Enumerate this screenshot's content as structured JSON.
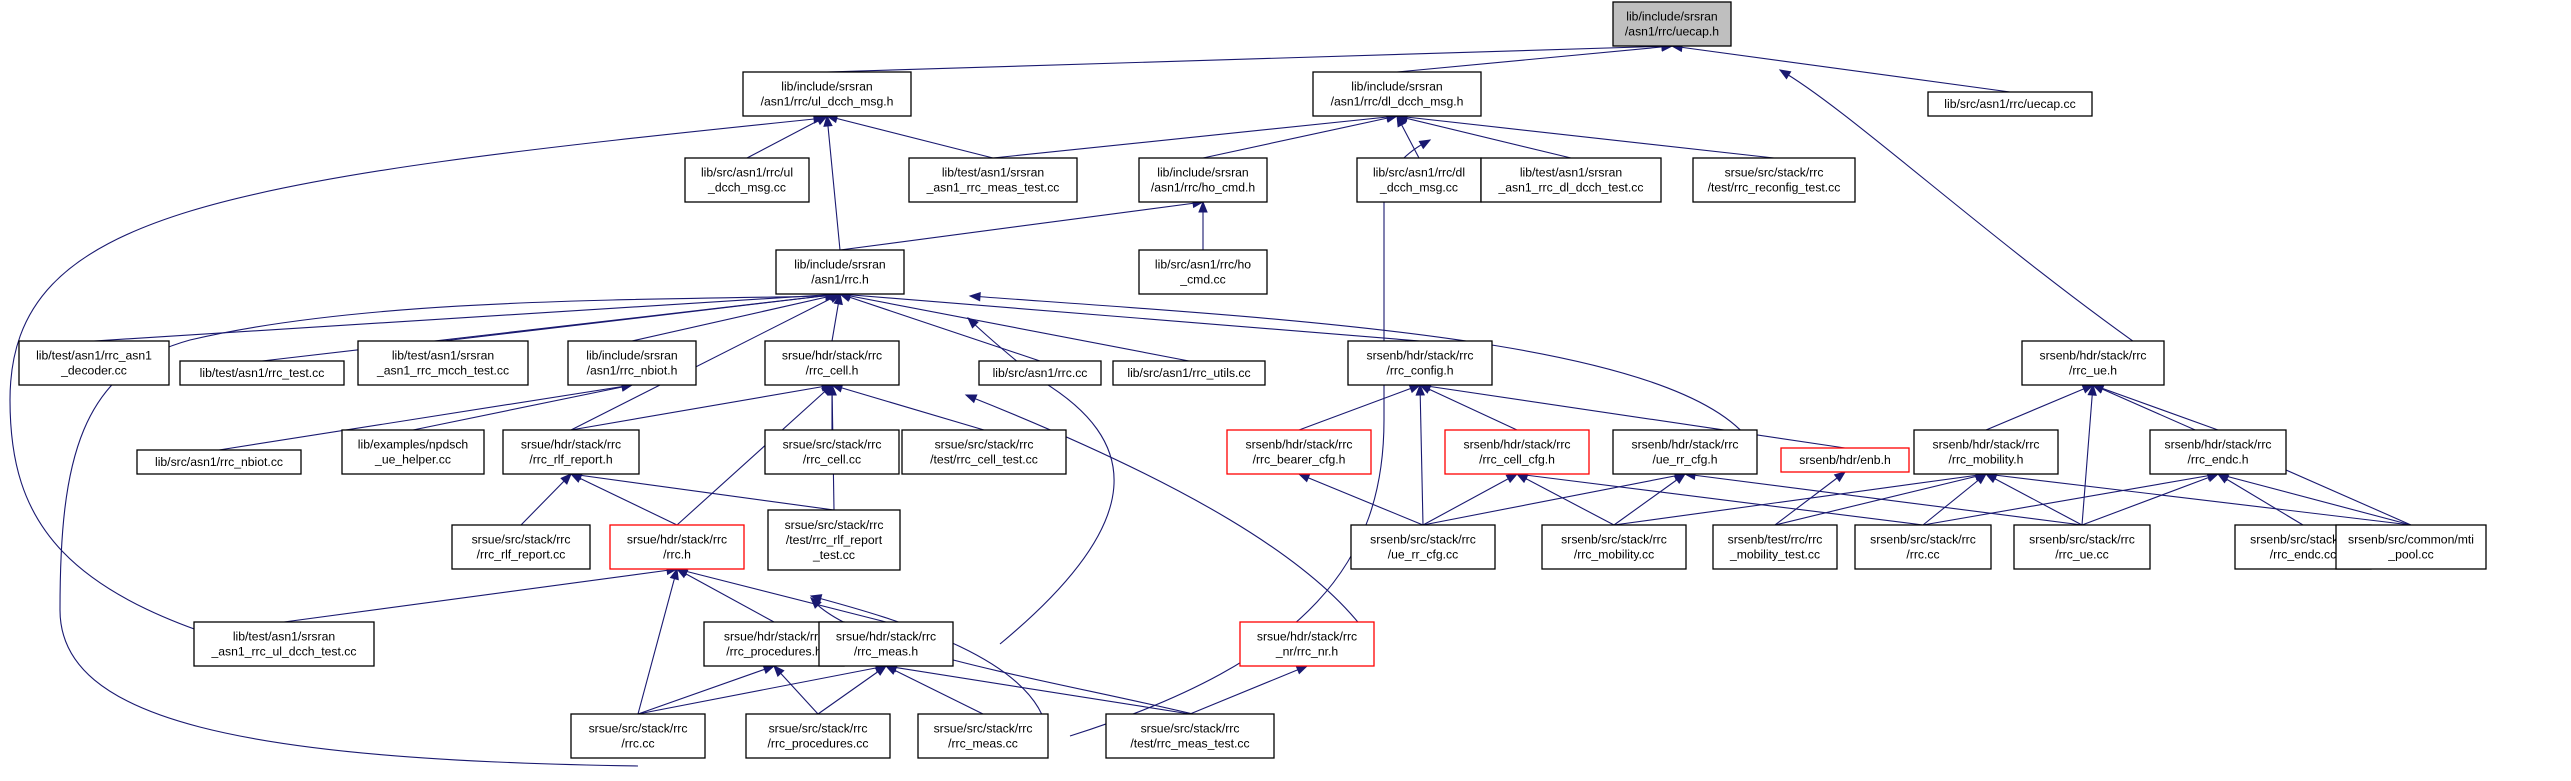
{
  "colors": {
    "edge": "#191970",
    "node_border": "#000000",
    "node_border_incomplete": "#ff0000",
    "node_fill": "#ffffff",
    "focus_fill": "#bfbfbf"
  },
  "nodes": [
    {
      "id": "uecap_h",
      "lines": [
        "lib/include/srsran",
        "/asn1/rrc/uecap.h"
      ],
      "style": "focus"
    },
    {
      "id": "ul_dcch_msg_h",
      "lines": [
        "lib/include/srsran",
        "/asn1/rrc/ul_dcch_msg.h"
      ],
      "style": "normal"
    },
    {
      "id": "dl_dcch_msg_h",
      "lines": [
        "lib/include/srsran",
        "/asn1/rrc/dl_dcch_msg.h"
      ],
      "style": "normal"
    },
    {
      "id": "uecap_cc",
      "lines": [
        "lib/src/asn1/rrc/uecap.cc"
      ],
      "style": "normal"
    },
    {
      "id": "ul_dcch_msg_cc",
      "lines": [
        "lib/src/asn1/rrc/ul",
        "_dcch_msg.cc"
      ],
      "style": "normal"
    },
    {
      "id": "rrc_meas_test_cc_lib",
      "lines": [
        "lib/test/asn1/srsran",
        "_asn1_rrc_meas_test.cc"
      ],
      "style": "normal"
    },
    {
      "id": "ho_cmd_h",
      "lines": [
        "lib/include/srsran",
        "/asn1/rrc/ho_cmd.h"
      ],
      "style": "normal"
    },
    {
      "id": "dl_dcch_msg_cc",
      "lines": [
        "lib/src/asn1/rrc/dl",
        "_dcch_msg.cc"
      ],
      "style": "normal"
    },
    {
      "id": "rrc_dl_dcch_test_cc",
      "lines": [
        "lib/test/asn1/srsran",
        "_asn1_rrc_dl_dcch_test.cc"
      ],
      "style": "normal"
    },
    {
      "id": "rrc_reconfig_test_cc",
      "lines": [
        "srsue/src/stack/rrc",
        "/test/rrc_reconfig_test.cc"
      ],
      "style": "normal"
    },
    {
      "id": "rrc_h",
      "lines": [
        "lib/include/srsran",
        "/asn1/rrc.h"
      ],
      "style": "normal"
    },
    {
      "id": "ho_cmd_cc",
      "lines": [
        "lib/src/asn1/rrc/ho",
        "_cmd.cc"
      ],
      "style": "normal"
    },
    {
      "id": "rrc_asn1_decoder_cc",
      "lines": [
        "lib/test/asn1/rrc_asn1",
        "_decoder.cc"
      ],
      "style": "normal"
    },
    {
      "id": "rrc_test_cc",
      "lines": [
        "lib/test/asn1/rrc_test.cc"
      ],
      "style": "normal"
    },
    {
      "id": "rrc_mcch_test_cc",
      "lines": [
        "lib/test/asn1/srsran",
        "_asn1_rrc_mcch_test.cc"
      ],
      "style": "normal"
    },
    {
      "id": "rrc_nbiot_h",
      "lines": [
        "lib/include/srsran",
        "/asn1/rrc_nbiot.h"
      ],
      "style": "normal"
    },
    {
      "id": "ue_rrc_cell_h",
      "lines": [
        "srsue/hdr/stack/rrc",
        "/rrc_cell.h"
      ],
      "style": "normal"
    },
    {
      "id": "rrc_cc_lib",
      "lines": [
        "lib/src/asn1/rrc.cc"
      ],
      "style": "normal"
    },
    {
      "id": "rrc_utils_cc",
      "lines": [
        "lib/src/asn1/rrc_utils.cc"
      ],
      "style": "normal"
    },
    {
      "id": "enb_rrc_config_h",
      "lines": [
        "srsenb/hdr/stack/rrc",
        "/rrc_config.h"
      ],
      "style": "normal"
    },
    {
      "id": "enb_rrc_ue_h",
      "lines": [
        "srsenb/hdr/stack/rrc",
        "/rrc_ue.h"
      ],
      "style": "normal"
    },
    {
      "id": "rrc_nbiot_cc",
      "lines": [
        "lib/src/asn1/rrc_nbiot.cc"
      ],
      "style": "normal"
    },
    {
      "id": "npdsch_ue_helper_cc",
      "lines": [
        "lib/examples/npdsch",
        "_ue_helper.cc"
      ],
      "style": "normal"
    },
    {
      "id": "ue_rrc_rlf_report_h",
      "lines": [
        "srsue/hdr/stack/rrc",
        "/rrc_rlf_report.h"
      ],
      "style": "normal"
    },
    {
      "id": "ue_rrc_cell_cc",
      "lines": [
        "srsue/src/stack/rrc",
        "/rrc_cell.cc"
      ],
      "style": "normal"
    },
    {
      "id": "ue_rrc_cell_test_cc",
      "lines": [
        "srsue/src/stack/rrc",
        "/test/rrc_cell_test.cc"
      ],
      "style": "normal"
    },
    {
      "id": "enb_rrc_bearer_cfg_h",
      "lines": [
        "srsenb/hdr/stack/rrc",
        "/rrc_bearer_cfg.h"
      ],
      "style": "incomplete"
    },
    {
      "id": "enb_rrc_cell_cfg_h",
      "lines": [
        "srsenb/hdr/stack/rrc",
        "/rrc_cell_cfg.h"
      ],
      "style": "incomplete"
    },
    {
      "id": "enb_ue_rr_cfg_h",
      "lines": [
        "srsenb/hdr/stack/rrc",
        "/ue_rr_cfg.h"
      ],
      "style": "normal"
    },
    {
      "id": "enb_h",
      "lines": [
        "srsenb/hdr/enb.h"
      ],
      "style": "incomplete"
    },
    {
      "id": "enb_rrc_mobility_h",
      "lines": [
        "srsenb/hdr/stack/rrc",
        "/rrc_mobility.h"
      ],
      "style": "normal"
    },
    {
      "id": "enb_rrc_endc_h",
      "lines": [
        "srsenb/hdr/stack/rrc",
        "/rrc_endc.h"
      ],
      "style": "normal"
    },
    {
      "id": "ue_rrc_rlf_report_cc",
      "lines": [
        "srsue/src/stack/rrc",
        "/rrc_rlf_report.cc"
      ],
      "style": "normal"
    },
    {
      "id": "ue_rrc_h",
      "lines": [
        "srsue/hdr/stack/rrc",
        "/rrc.h"
      ],
      "style": "incomplete"
    },
    {
      "id": "ue_rrc_rlf_report_test_cc",
      "lines": [
        "srsue/src/stack/rrc",
        "/test/rrc_rlf_report",
        "_test.cc"
      ],
      "style": "normal"
    },
    {
      "id": "enb_ue_rr_cfg_cc",
      "lines": [
        "srsenb/src/stack/rrc",
        "/ue_rr_cfg.cc"
      ],
      "style": "normal"
    },
    {
      "id": "enb_rrc_mobility_cc",
      "lines": [
        "srsenb/src/stack/rrc",
        "/rrc_mobility.cc"
      ],
      "style": "normal"
    },
    {
      "id": "enb_rrc_mobility_test_cc",
      "lines": [
        "srsenb/test/rrc/rrc",
        "_mobility_test.cc"
      ],
      "style": "normal"
    },
    {
      "id": "enb_rrc_cc",
      "lines": [
        "srsenb/src/stack/rrc",
        "/rrc.cc"
      ],
      "style": "normal"
    },
    {
      "id": "enb_rrc_ue_cc",
      "lines": [
        "srsenb/src/stack/rrc",
        "/rrc_ue.cc"
      ],
      "style": "normal"
    },
    {
      "id": "enb_rrc_endc_cc",
      "lines": [
        "srsenb/src/stack/rrc",
        "/rrc_endc.cc"
      ],
      "style": "normal"
    },
    {
      "id": "enb_mti_pool_cc",
      "lines": [
        "srsenb/src/common/mti",
        "_pool.cc"
      ],
      "style": "normal"
    },
    {
      "id": "rrc_ul_dcch_test_cc",
      "lines": [
        "lib/test/asn1/srsran",
        "_asn1_rrc_ul_dcch_test.cc"
      ],
      "style": "normal"
    },
    {
      "id": "ue_rrc_procedures_h",
      "lines": [
        "srsue/hdr/stack/rrc",
        "/rrc_procedures.h"
      ],
      "style": "normal"
    },
    {
      "id": "ue_rrc_meas_h",
      "lines": [
        "srsue/hdr/stack/rrc",
        "/rrc_meas.h"
      ],
      "style": "normal"
    },
    {
      "id": "ue_rrc_nr_h",
      "lines": [
        "srsue/hdr/stack/rrc",
        "_nr/rrc_nr.h"
      ],
      "style": "incomplete"
    },
    {
      "id": "ue_rrc_cc",
      "lines": [
        "srsue/src/stack/rrc",
        "/rrc.cc"
      ],
      "style": "normal"
    },
    {
      "id": "ue_rrc_procedures_cc",
      "lines": [
        "srsue/src/stack/rrc",
        "/rrc_procedures.cc"
      ],
      "style": "normal"
    },
    {
      "id": "ue_rrc_meas_cc",
      "lines": [
        "srsue/src/stack/rrc",
        "/rrc_meas.cc"
      ],
      "style": "normal"
    },
    {
      "id": "ue_rrc_meas_test_cc",
      "lines": [
        "srsue/src/stack/rrc",
        "/test/rrc_meas_test.cc"
      ],
      "style": "normal"
    }
  ],
  "edges": [
    [
      "ul_dcch_msg_h",
      "uecap_h"
    ],
    [
      "dl_dcch_msg_h",
      "uecap_h"
    ],
    [
      "uecap_cc",
      "uecap_h"
    ],
    [
      "enb_rrc_ue_h",
      "uecap_h"
    ],
    [
      "ul_dcch_msg_cc",
      "ul_dcch_msg_h"
    ],
    [
      "rrc_meas_test_cc_lib",
      "ul_dcch_msg_h"
    ],
    [
      "rrc_h",
      "ul_dcch_msg_h"
    ],
    [
      "rrc_ul_dcch_test_cc",
      "ul_dcch_msg_h"
    ],
    [
      "rrc_meas_test_cc_lib",
      "dl_dcch_msg_h"
    ],
    [
      "ho_cmd_h",
      "dl_dcch_msg_h"
    ],
    [
      "dl_dcch_msg_cc",
      "dl_dcch_msg_h"
    ],
    [
      "rrc_dl_dcch_test_cc",
      "dl_dcch_msg_h"
    ],
    [
      "rrc_reconfig_test_cc",
      "dl_dcch_msg_h"
    ],
    [
      "ue_rrc_meas_cc",
      "dl_dcch_msg_h"
    ],
    [
      "rrc_h",
      "ho_cmd_h"
    ],
    [
      "ho_cmd_cc",
      "ho_cmd_h"
    ],
    [
      "rrc_asn1_decoder_cc",
      "rrc_h"
    ],
    [
      "rrc_test_cc",
      "rrc_h"
    ],
    [
      "rrc_mcch_test_cc",
      "rrc_h"
    ],
    [
      "rrc_nbiot_h",
      "rrc_h"
    ],
    [
      "ue_rrc_cell_h",
      "rrc_h"
    ],
    [
      "rrc_cc_lib",
      "rrc_h"
    ],
    [
      "rrc_utils_cc",
      "rrc_h"
    ],
    [
      "enb_rrc_config_h",
      "rrc_h"
    ],
    [
      "enb_ue_rr_cfg_h",
      "rrc_h"
    ],
    [
      "ue_rrc_rlf_report_h",
      "rrc_h"
    ],
    [
      "ue_rrc_meas_h",
      "rrc_h"
    ],
    [
      "ue_rrc_cc",
      "rrc_h"
    ],
    [
      "rrc_nbiot_cc",
      "rrc_nbiot_h"
    ],
    [
      "npdsch_ue_helper_cc",
      "rrc_nbiot_h"
    ],
    [
      "ue_rrc_rlf_report_h",
      "ue_rrc_cell_h"
    ],
    [
      "ue_rrc_cell_cc",
      "ue_rrc_cell_h"
    ],
    [
      "ue_rrc_cell_test_cc",
      "ue_rrc_cell_h"
    ],
    [
      "ue_rrc_h",
      "ue_rrc_cell_h"
    ],
    [
      "ue_rrc_rlf_report_test_cc",
      "ue_rrc_cell_h"
    ],
    [
      "ue_rrc_nr_h",
      "ue_rrc_cell_h"
    ],
    [
      "ue_rrc_rlf_report_cc",
      "ue_rrc_rlf_report_h"
    ],
    [
      "ue_rrc_h",
      "ue_rrc_rlf_report_h"
    ],
    [
      "ue_rrc_rlf_report_test_cc",
      "ue_rrc_rlf_report_h"
    ],
    [
      "enb_rrc_bearer_cfg_h",
      "enb_rrc_config_h"
    ],
    [
      "enb_rrc_cell_cfg_h",
      "enb_rrc_config_h"
    ],
    [
      "enb_h",
      "enb_rrc_config_h"
    ],
    [
      "enb_ue_rr_cfg_cc",
      "enb_rrc_config_h"
    ],
    [
      "enb_ue_rr_cfg_cc",
      "enb_rrc_bearer_cfg_h"
    ],
    [
      "enb_ue_rr_cfg_cc",
      "enb_rrc_cell_cfg_h"
    ],
    [
      "enb_rrc_mobility_cc",
      "enb_rrc_cell_cfg_h"
    ],
    [
      "enb_rrc_cc",
      "enb_rrc_cell_cfg_h"
    ],
    [
      "enb_ue_rr_cfg_cc",
      "enb_ue_rr_cfg_h"
    ],
    [
      "enb_rrc_mobility_cc",
      "enb_ue_rr_cfg_h"
    ],
    [
      "enb_rrc_ue_cc",
      "enb_ue_rr_cfg_h"
    ],
    [
      "enb_rrc_mobility_test_cc",
      "enb_h"
    ],
    [
      "enb_rrc_mobility_h",
      "enb_rrc_ue_h"
    ],
    [
      "enb_rrc_endc_h",
      "enb_rrc_ue_h"
    ],
    [
      "enb_rrc_ue_cc",
      "enb_rrc_ue_h"
    ],
    [
      "enb_mti_pool_cc",
      "enb_rrc_ue_h"
    ],
    [
      "enb_rrc_mobility_cc",
      "enb_rrc_mobility_h"
    ],
    [
      "enb_rrc_mobility_test_cc",
      "enb_rrc_mobility_h"
    ],
    [
      "enb_rrc_cc",
      "enb_rrc_mobility_h"
    ],
    [
      "enb_rrc_ue_cc",
      "enb_rrc_mobility_h"
    ],
    [
      "enb_mti_pool_cc",
      "enb_rrc_mobility_h"
    ],
    [
      "enb_rrc_cc",
      "enb_rrc_endc_h"
    ],
    [
      "enb_rrc_ue_cc",
      "enb_rrc_endc_h"
    ],
    [
      "enb_rrc_endc_cc",
      "enb_rrc_endc_h"
    ],
    [
      "enb_mti_pool_cc",
      "enb_rrc_endc_h"
    ],
    [
      "rrc_ul_dcch_test_cc",
      "ue_rrc_h"
    ],
    [
      "ue_rrc_procedures_h",
      "ue_rrc_h"
    ],
    [
      "ue_rrc_meas_h",
      "ue_rrc_h"
    ],
    [
      "ue_rrc_cc",
      "ue_rrc_h"
    ],
    [
      "ue_rrc_meas_cc",
      "ue_rrc_h"
    ],
    [
      "ue_rrc_meas_test_cc",
      "ue_rrc_h"
    ],
    [
      "ue_rrc_cc",
      "ue_rrc_procedures_h"
    ],
    [
      "ue_rrc_procedures_cc",
      "ue_rrc_procedures_h"
    ],
    [
      "ue_rrc_cc",
      "ue_rrc_meas_h"
    ],
    [
      "ue_rrc_procedures_cc",
      "ue_rrc_meas_h"
    ],
    [
      "ue_rrc_meas_cc",
      "ue_rrc_meas_h"
    ],
    [
      "ue_rrc_meas_test_cc",
      "ue_rrc_meas_h"
    ],
    [
      "ue_rrc_meas_test_cc",
      "ue_rrc_nr_h"
    ]
  ]
}
